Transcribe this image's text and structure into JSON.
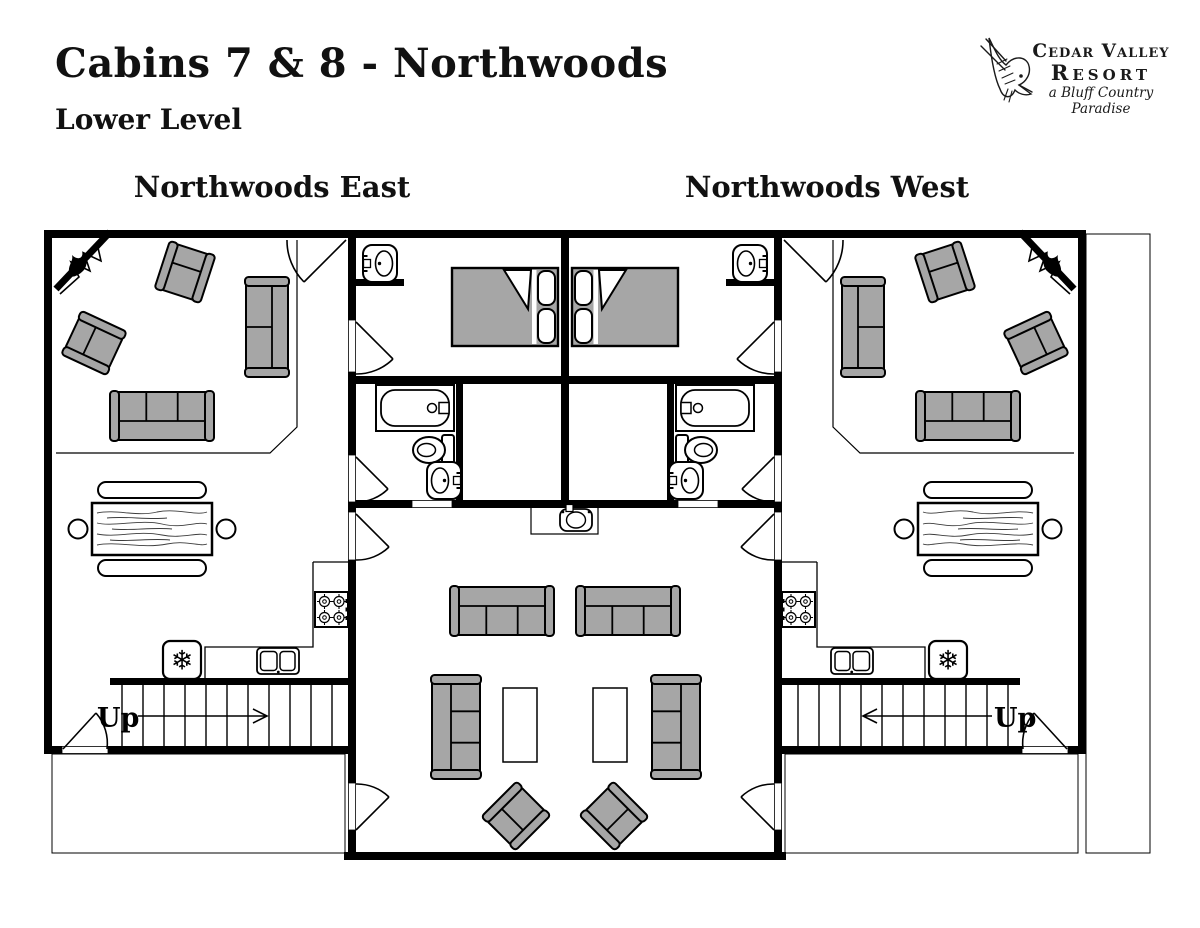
{
  "page": {
    "title": "Cabins 7 & 8 - Northwoods",
    "subtitle": "Lower Level"
  },
  "logo": {
    "resort_name_line1": "Cedar Valley",
    "resort_name_line2": "Resort",
    "tagline": "a Bluff Country Paradise"
  },
  "units": [
    {
      "label": "Northwoods East"
    },
    {
      "label": "Northwoods West"
    }
  ],
  "plan": {
    "stair_up_left": "Up",
    "stair_up_right": "Up"
  },
  "icons": {
    "snowflake": "❄"
  },
  "colors": {
    "wall": "#000000",
    "furniture_fill": "#a6a6a6",
    "background": "#ffffff"
  }
}
